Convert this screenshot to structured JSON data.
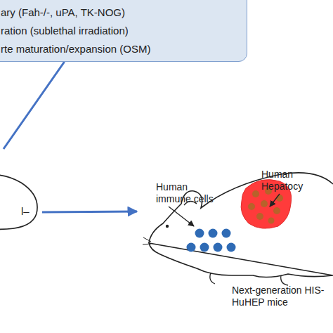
{
  "diagram": {
    "nodes": [
      {
        "text": [
          "ary (Fah-/-, uPA, TK-NOG)",
          "ration  (sublethal irradiation)",
          "rte maturation/expansion (OSM)"
        ]
      },
      {
        "text": [
          "l–"
        ]
      },
      {
        "text": [
          "Next-generation HIS- HuHEP mice"
        ]
      }
    ],
    "edges": [
      {
        "from": 0,
        "to": 1,
        "arrow": "none"
      },
      {
        "from": 1,
        "to": 2,
        "arrow": "to"
      }
    ],
    "labels": [
      "Human immune cells",
      "Human Hepatocy"
    ]
  }
}
